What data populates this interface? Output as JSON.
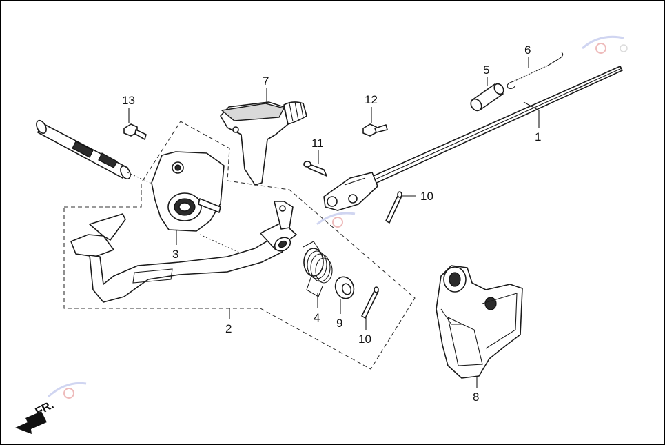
{
  "diagram": {
    "callouts": {
      "c1": "1",
      "c2": "2",
      "c3": "3",
      "c4": "4",
      "c5": "5",
      "c6": "6",
      "c7": "7",
      "c8": "8",
      "c9": "9",
      "c10a": "10",
      "c10b": "10",
      "c11": "11",
      "c12": "12",
      "c13": "13"
    },
    "direction_label": "FR."
  }
}
